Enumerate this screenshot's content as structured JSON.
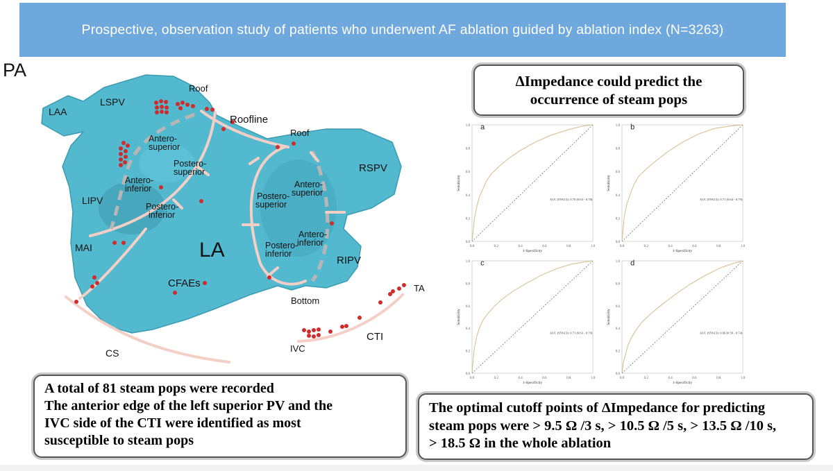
{
  "banner": {
    "title": "Prospective, observation study of patients who underwent AF ablation guided by ablation index (N=3263)",
    "bg_color": "#6fa8dc"
  },
  "anatomy": {
    "view_label": "PA",
    "chamber_label": "LA",
    "regions": {
      "laa": "LAA",
      "lspv": "LSPV",
      "lipv": "LIPV",
      "mai": "MAI",
      "roof_left": "Roof",
      "roofline": "Roofline",
      "roof_right": "Roof",
      "rspv": "RSPV",
      "ripv": "RIPV",
      "cs": "CS",
      "cfaes": "CFAEs",
      "bottom": "Bottom",
      "ta": "TA",
      "cti": "CTI",
      "ivc": "IVC",
      "left_antero_superior_1": "Antero-",
      "left_antero_superior_2": "superior",
      "left_postero_superior_1": "Postero-",
      "left_postero_superior_2": "superior",
      "left_antero_inferior_1": "Antero-",
      "left_antero_inferior_2": "inferior",
      "left_postero_inferior_1": "Postero-",
      "left_postero_inferior_2": "inferior",
      "right_antero_superior_1": "Antero-",
      "right_antero_superior_2": "superior",
      "right_postero_superior_1": "Postero-",
      "right_postero_superior_2": "superior",
      "right_antero_inferior_1": "Antero-",
      "right_antero_inferior_2": "inferior",
      "right_postero_inferior_1": "Postero-",
      "right_postero_inferior_2": "inferior"
    },
    "colors": {
      "atrium": "#52b9cf",
      "line": "#f4cfc6",
      "pop": "#d12b2b"
    }
  },
  "headline_box": {
    "line1": "ΔImpedance could predict the",
    "line2": "occurrence of steam pops"
  },
  "findings_box": {
    "line1": "A total of 81 steam pops were recorded",
    "line2": "The anterior edge of the left superior PV and the",
    "line3": "IVC side of the CTI were identified as most",
    "line4": "susceptible to steam pops"
  },
  "cutoff_box": {
    "line1": "The optimal cutoff points of ΔImpedance for predicting",
    "line2": "steam pops were > 9.5 Ω /3 s, > 10.5 Ω /5 s, > 13.5 Ω /10 s,",
    "line3": "> 18.5 Ω in the whole ablation"
  },
  "chart_data": [
    {
      "type": "line",
      "panel": "a",
      "xlabel": "1-Specificity",
      "ylabel": "Sensitivity",
      "xlim": [
        0,
        1
      ],
      "ylim": [
        0,
        1
      ],
      "x_ticks": [
        "0.0",
        "0.2",
        "0.4",
        "0.6",
        "0.8",
        "1.0"
      ],
      "y_ticks": [
        "0.0",
        "0.2",
        "0.4",
        "0.6",
        "0.8",
        "1.0"
      ],
      "annotation": "AUC (95%CI): 0.70 (0.63 - 0.78)",
      "series": [
        {
          "x": [
            0,
            0.01,
            0.02,
            0.04,
            0.06,
            0.09,
            0.12,
            0.16,
            0.22,
            0.3,
            0.4,
            0.52,
            0.65,
            0.8,
            0.92,
            1.0
          ],
          "y": [
            0,
            0.1,
            0.2,
            0.3,
            0.38,
            0.45,
            0.52,
            0.58,
            0.64,
            0.71,
            0.78,
            0.85,
            0.91,
            0.96,
            0.99,
            1.0
          ]
        }
      ],
      "colors": {
        "curve": "#d9b98a",
        "reference": "#444444"
      }
    },
    {
      "type": "line",
      "panel": "b",
      "xlabel": "1-Specificity",
      "ylabel": "Sensitivity",
      "xlim": [
        0,
        1
      ],
      "ylim": [
        0,
        1
      ],
      "x_ticks": [
        "0.0",
        "0.2",
        "0.4",
        "0.6",
        "0.8",
        "1.0"
      ],
      "y_ticks": [
        "0.0",
        "0.2",
        "0.4",
        "0.6",
        "0.8",
        "1.0"
      ],
      "annotation": "AUC (95%CI): 0.71 (0.64 - 0.79)",
      "series": [
        {
          "x": [
            0,
            0.01,
            0.02,
            0.04,
            0.07,
            0.1,
            0.14,
            0.2,
            0.28,
            0.38,
            0.5,
            0.63,
            0.77,
            0.9,
            1.0
          ],
          "y": [
            0,
            0.12,
            0.22,
            0.32,
            0.41,
            0.49,
            0.56,
            0.62,
            0.69,
            0.77,
            0.85,
            0.92,
            0.97,
            0.99,
            1.0
          ]
        }
      ],
      "colors": {
        "curve": "#d9b98a",
        "reference": "#444444"
      }
    },
    {
      "type": "line",
      "panel": "c",
      "xlabel": "1-Specificity",
      "ylabel": "Sensitivity",
      "xlim": [
        0,
        1
      ],
      "ylim": [
        0,
        1
      ],
      "x_ticks": [
        "0.0",
        "0.2",
        "0.4",
        "0.6",
        "0.8",
        "1.0"
      ],
      "y_ticks": [
        "0.0",
        "0.2",
        "0.4",
        "0.6",
        "0.8",
        "1.0"
      ],
      "annotation": "AUC (95%CI): 0.71 (0.63 - 0.79)",
      "series": [
        {
          "x": [
            0,
            0.01,
            0.02,
            0.04,
            0.06,
            0.09,
            0.13,
            0.18,
            0.25,
            0.34,
            0.45,
            0.57,
            0.7,
            0.82,
            0.93,
            1.0
          ],
          "y": [
            0,
            0.13,
            0.23,
            0.33,
            0.4,
            0.47,
            0.53,
            0.59,
            0.66,
            0.73,
            0.8,
            0.87,
            0.93,
            0.97,
            0.99,
            1.0
          ]
        }
      ],
      "colors": {
        "curve": "#d9b98a",
        "reference": "#444444"
      }
    },
    {
      "type": "line",
      "panel": "d",
      "xlabel": "1-Specificity",
      "ylabel": "Sensitivity",
      "xlim": [
        0,
        1
      ],
      "ylim": [
        0,
        1
      ],
      "x_ticks": [
        "0.0",
        "0.2",
        "0.4",
        "0.6",
        "0.8",
        "1.0"
      ],
      "y_ticks": [
        "0.0",
        "0.2",
        "0.4",
        "0.6",
        "0.8",
        "1.0"
      ],
      "annotation": "AUC (95%CI): 0.66 (0.59 - 0.74)",
      "series": [
        {
          "x": [
            0,
            0.01,
            0.03,
            0.05,
            0.08,
            0.12,
            0.17,
            0.24,
            0.33,
            0.44,
            0.56,
            0.69,
            0.82,
            0.93,
            1.0
          ],
          "y": [
            0,
            0.09,
            0.17,
            0.25,
            0.32,
            0.39,
            0.46,
            0.53,
            0.61,
            0.7,
            0.79,
            0.87,
            0.94,
            0.98,
            1.0
          ]
        }
      ],
      "colors": {
        "curve": "#d9b98a",
        "reference": "#444444"
      }
    }
  ]
}
